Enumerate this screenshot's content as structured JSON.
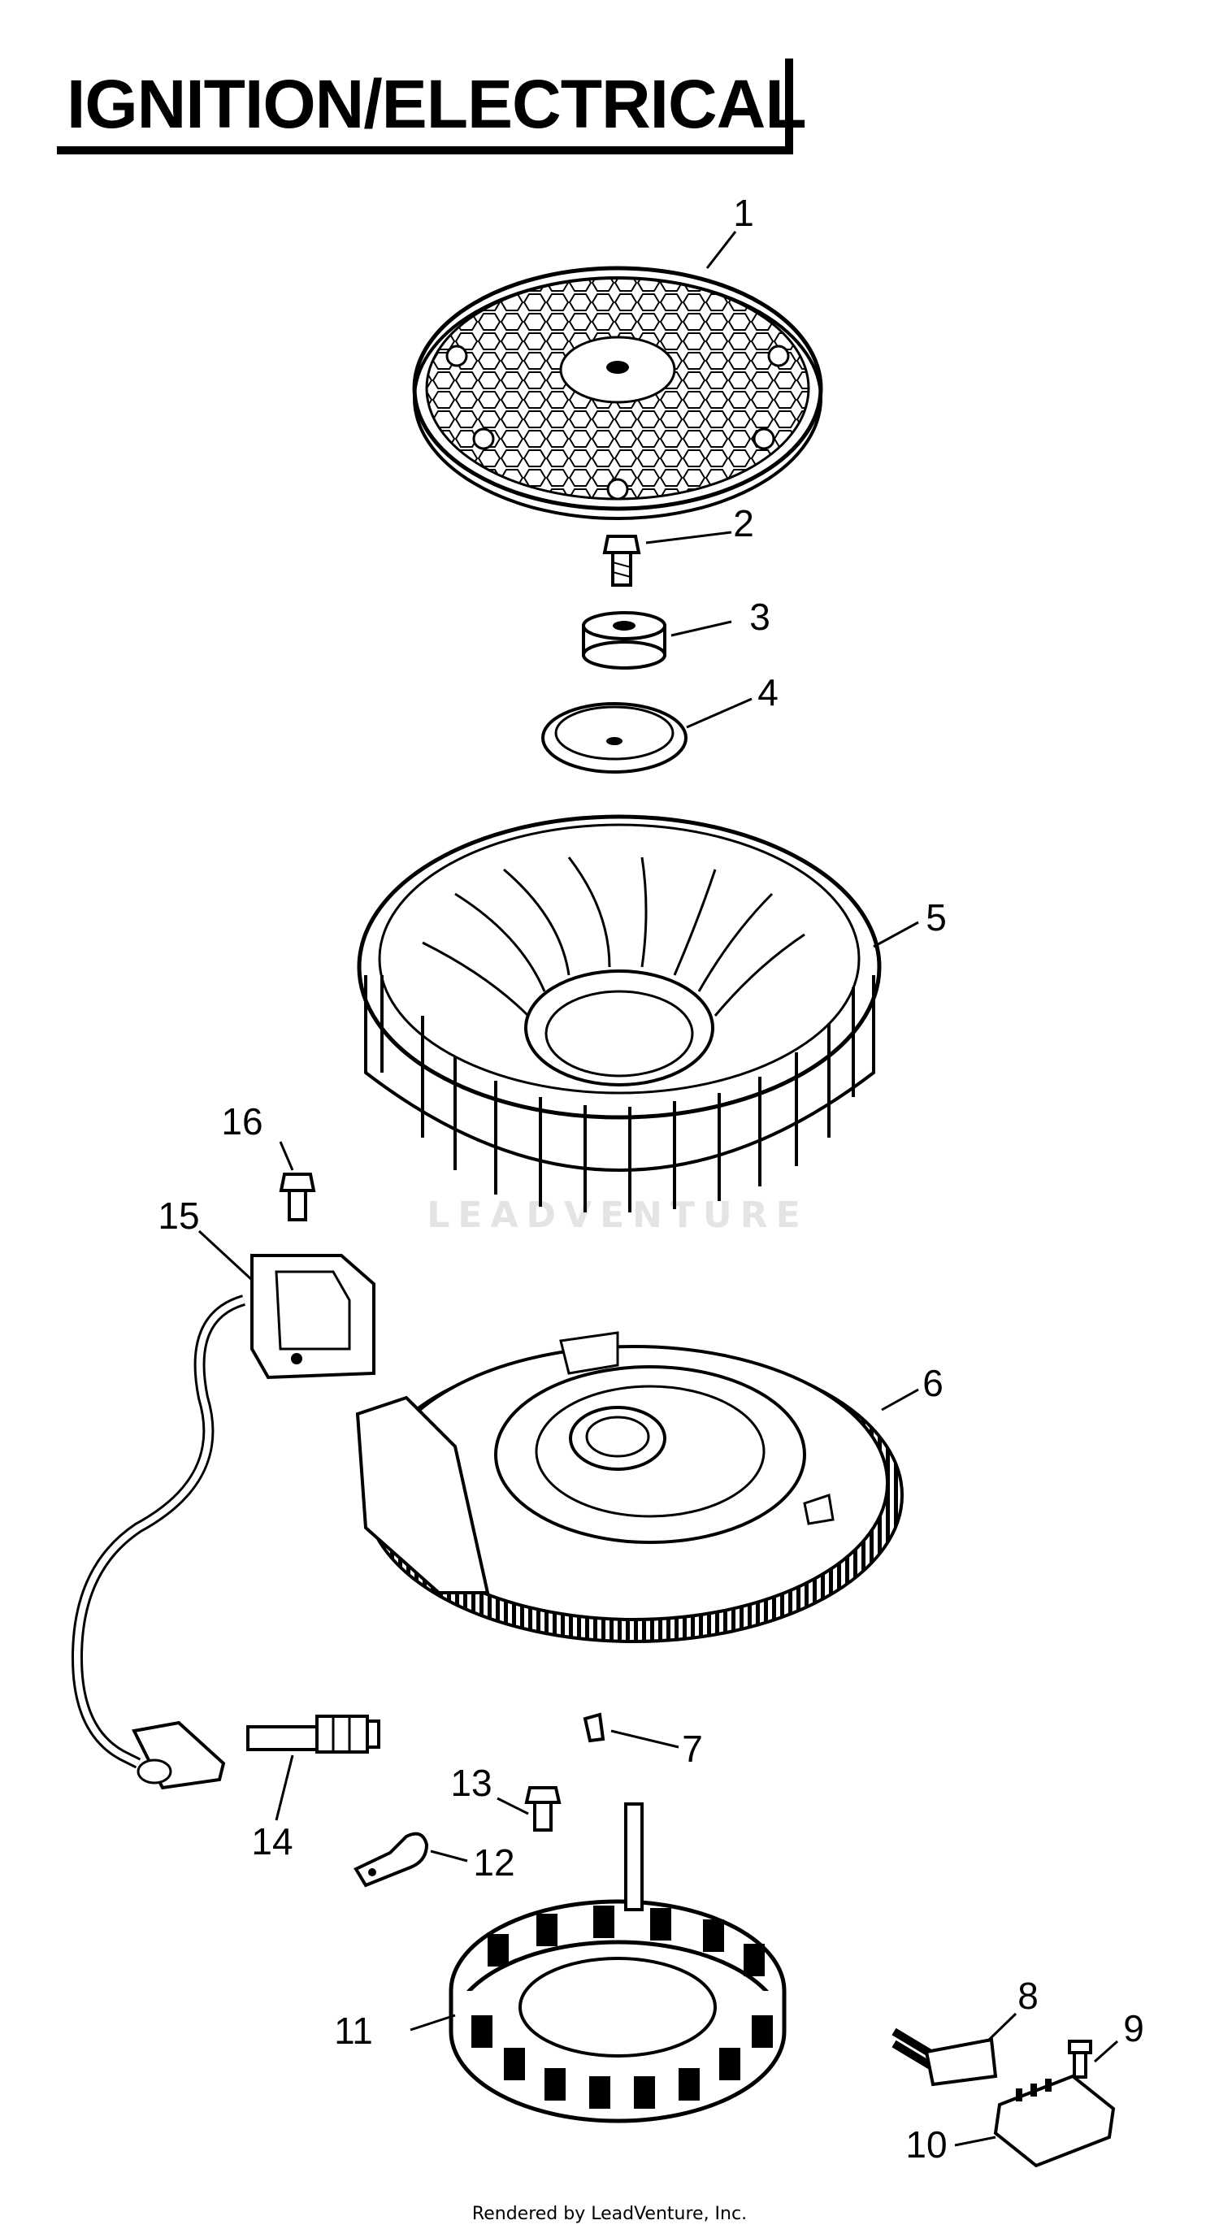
{
  "title": "IGNITION/ELECTRICAL",
  "callouts": [
    "1",
    "2",
    "3",
    "4",
    "5",
    "6",
    "7",
    "8",
    "9",
    "10",
    "11",
    "12",
    "13",
    "14",
    "15",
    "16"
  ],
  "parts": [
    {
      "icon": "fan-screen-icon"
    },
    {
      "icon": "bolt-icon"
    },
    {
      "icon": "washer-icon"
    },
    {
      "icon": "retainer-plate-icon"
    },
    {
      "icon": "cooling-fan-icon"
    },
    {
      "icon": "flywheel-icon"
    },
    {
      "icon": "key-icon"
    },
    {
      "icon": "connector-icon"
    },
    {
      "icon": "screw-icon"
    },
    {
      "icon": "rectifier-regulator-icon"
    },
    {
      "icon": "stator-icon"
    },
    {
      "icon": "clip-icon"
    },
    {
      "icon": "screw-icon"
    },
    {
      "icon": "spark-plug-icon"
    },
    {
      "icon": "ignition-module-icon"
    },
    {
      "icon": "screw-icon"
    }
  ],
  "watermark": "LEADVENTURE",
  "footer": "Rendered by LeadVenture, Inc."
}
